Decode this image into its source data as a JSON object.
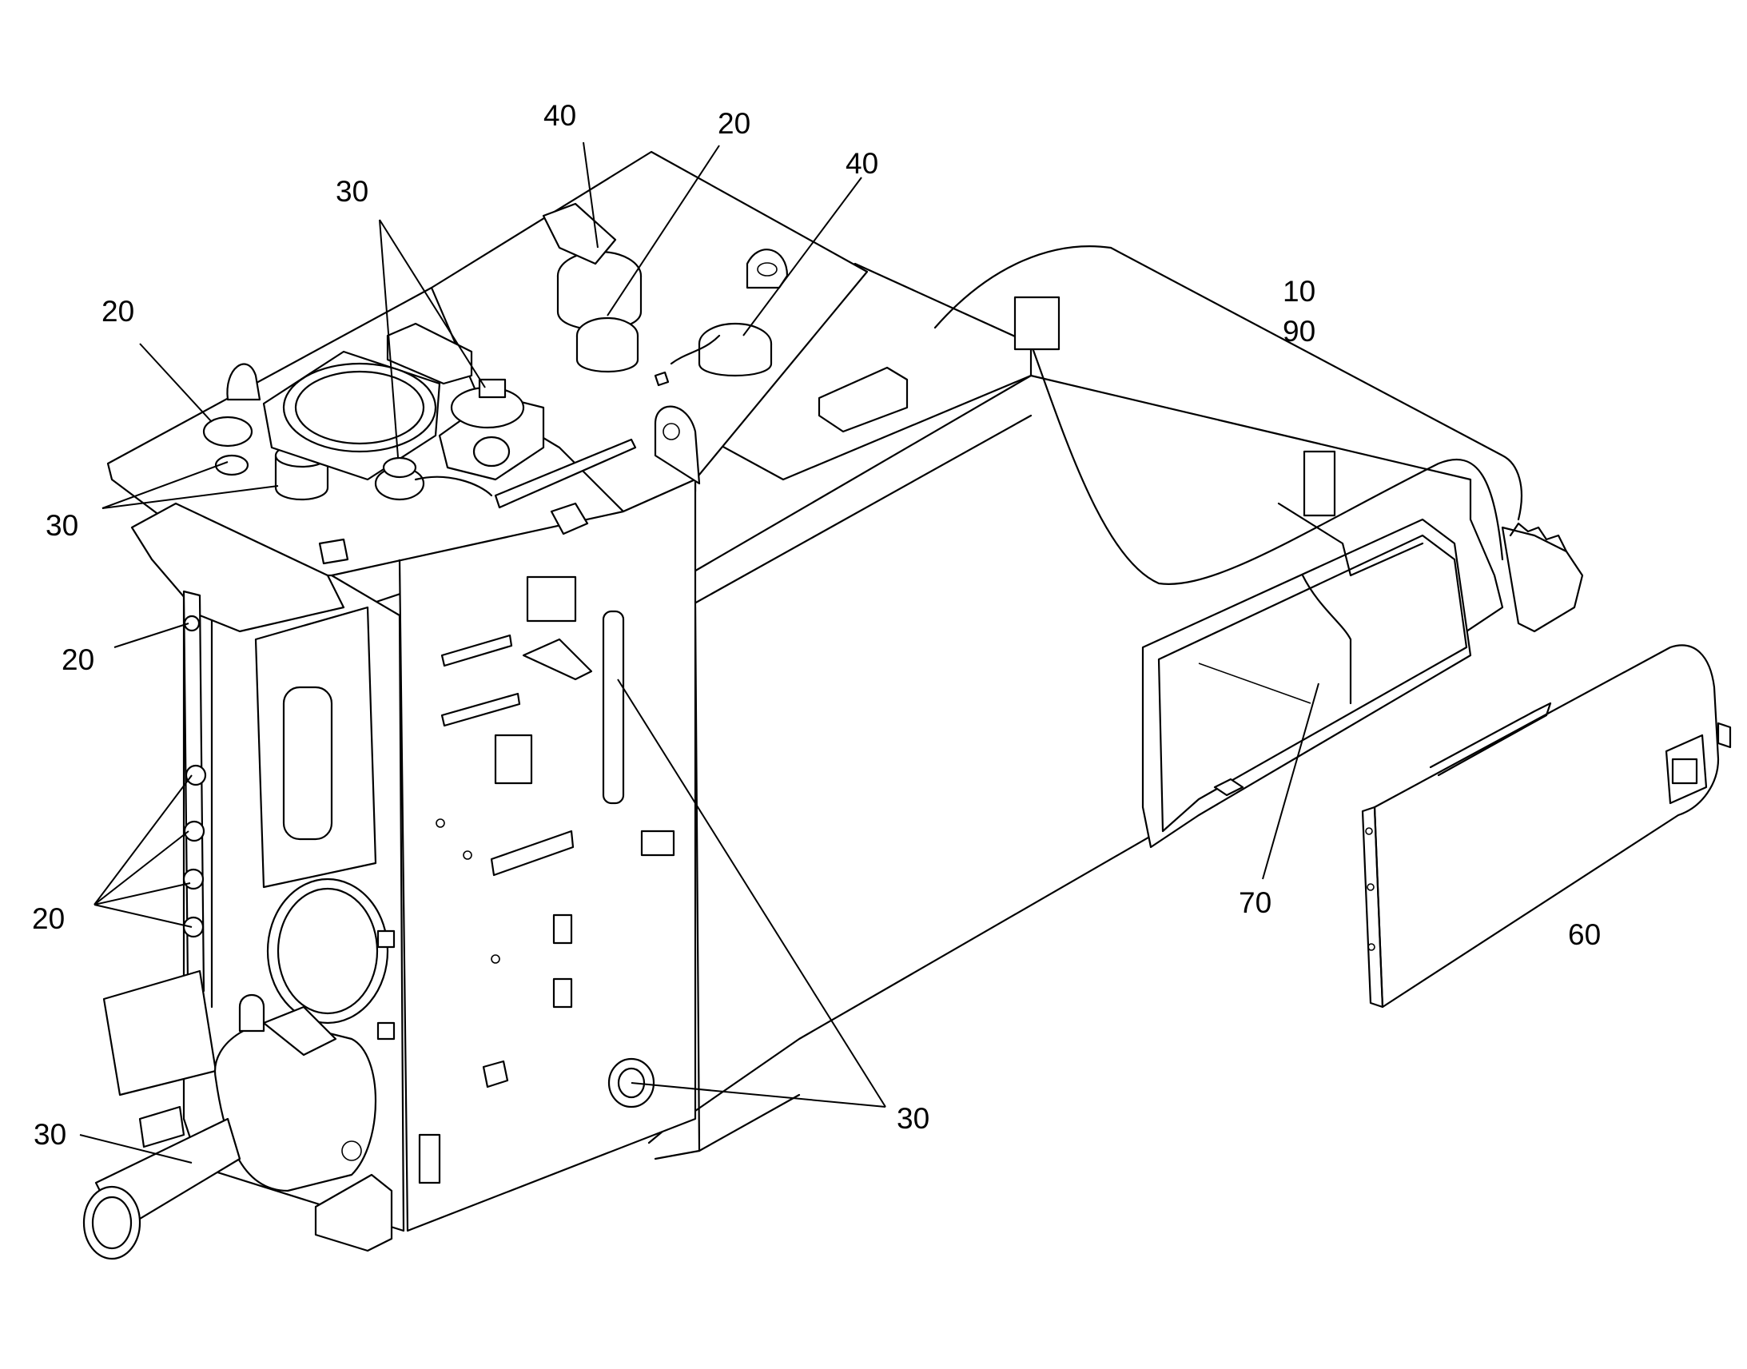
{
  "callouts": {
    "c40_top": "40",
    "c20_top": "20",
    "c40_right": "40",
    "c30_top": "30",
    "c20_left_top": "20",
    "c10": "10",
    "c90": "90",
    "c30_left_top": "30",
    "c20_left_mid": "20",
    "c20_left_low": "20",
    "c70": "70",
    "c60": "60",
    "c30_left_bottom": "30",
    "c30_bottom_right": "30"
  },
  "colors": {
    "ink": "#000000",
    "paper": "#ffffff"
  }
}
